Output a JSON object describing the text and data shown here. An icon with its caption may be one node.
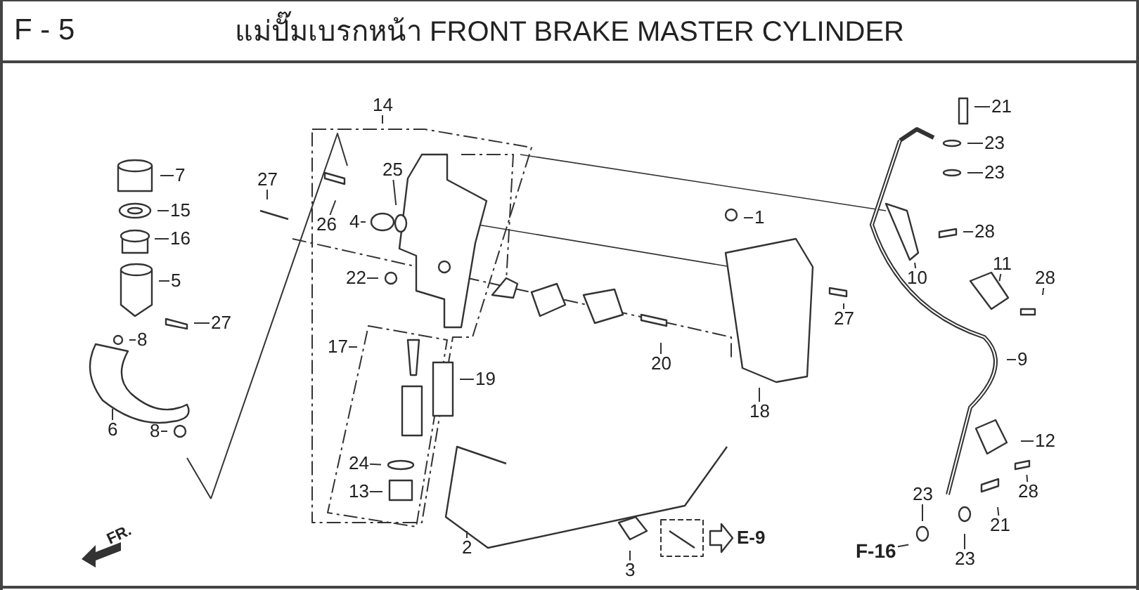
{
  "diagram": {
    "title": "แม่ปั๊มเบรกหน้า  FRONT BRAKE MASTER CYLINDER",
    "nodes": [
      {
        "text": [
          "14"
        ]
      },
      {
        "text": [
          "7"
        ]
      },
      {
        "text": [
          "27"
        ]
      },
      {
        "text": [
          "25"
        ]
      },
      {
        "text": [
          "26"
        ]
      },
      {
        "text": [
          "4"
        ]
      },
      {
        "text": [
          "15"
        ]
      },
      {
        "text": [
          "16"
        ]
      },
      {
        "text": [
          "5"
        ]
      },
      {
        "text": [
          "22"
        ]
      },
      {
        "text": [
          "27"
        ]
      },
      {
        "text": [
          "8"
        ]
      },
      {
        "text": [
          "17"
        ]
      },
      {
        "text": [
          "6"
        ]
      },
      {
        "text": [
          "19"
        ]
      },
      {
        "text": [
          "8"
        ]
      },
      {
        "text": [
          "24"
        ]
      },
      {
        "text": [
          "13"
        ]
      },
      {
        "text": [
          "2"
        ]
      },
      {
        "text": [
          "3"
        ]
      },
      {
        "text": [
          "1"
        ]
      },
      {
        "text": [
          "20"
        ]
      },
      {
        "text": [
          "27"
        ]
      },
      {
        "text": [
          "18"
        ]
      },
      {
        "text": [
          "21"
        ]
      },
      {
        "text": [
          "23"
        ]
      },
      {
        "text": [
          "23"
        ]
      },
      {
        "text": [
          "28"
        ]
      },
      {
        "text": [
          "10"
        ]
      },
      {
        "text": [
          "11"
        ]
      },
      {
        "text": [
          "28"
        ]
      },
      {
        "text": [
          "9"
        ]
      },
      {
        "text": [
          "12"
        ]
      },
      {
        "text": [
          "28"
        ]
      },
      {
        "text": [
          "23"
        ]
      },
      {
        "text": [
          "21"
        ]
      },
      {
        "text": [
          "23"
        ]
      },
      {
        "text": [
          "F-16"
        ]
      }
    ],
    "edges": [
      {
        "from": 0,
        "to": null,
        "arrow": "none"
      },
      {
        "from": 1,
        "to": null,
        "arrow": "none"
      },
      {
        "from": 2,
        "to": null,
        "arrow": "none"
      },
      {
        "from": 3,
        "to": null,
        "arrow": "none"
      },
      {
        "from": 4,
        "to": null,
        "arrow": "none"
      },
      {
        "from": 5,
        "to": null,
        "arrow": "none"
      },
      {
        "from": 6,
        "to": null,
        "arrow": "none"
      },
      {
        "from": 7,
        "to": null,
        "arrow": "none"
      },
      {
        "from": 8,
        "to": null,
        "arrow": "none"
      },
      {
        "from": 9,
        "to": null,
        "arrow": "none"
      },
      {
        "from": 10,
        "to": null,
        "arrow": "none"
      },
      {
        "from": 11,
        "to": null,
        "arrow": "none"
      },
      {
        "from": 12,
        "to": null,
        "arrow": "none"
      },
      {
        "from": 13,
        "to": null,
        "arrow": "none"
      },
      {
        "from": 14,
        "to": null,
        "arrow": "none"
      },
      {
        "from": 15,
        "to": null,
        "arrow": "none"
      },
      {
        "from": 16,
        "to": null,
        "arrow": "none"
      },
      {
        "from": 17,
        "to": null,
        "arrow": "none"
      },
      {
        "from": 18,
        "to": null,
        "arrow": "none"
      },
      {
        "from": 19,
        "to": null,
        "arrow": "none"
      },
      {
        "from": 20,
        "to": null,
        "arrow": "none"
      },
      {
        "from": 21,
        "to": null,
        "arrow": "none"
      },
      {
        "from": 22,
        "to": null,
        "arrow": "none"
      },
      {
        "from": 23,
        "to": null,
        "arrow": "none"
      },
      {
        "from": 24,
        "to": null,
        "arrow": "none"
      },
      {
        "from": 25,
        "to": null,
        "arrow": "none"
      },
      {
        "from": 26,
        "to": null,
        "arrow": "none"
      },
      {
        "from": 27,
        "to": null,
        "arrow": "none"
      },
      {
        "from": 28,
        "to": null,
        "arrow": "none"
      },
      {
        "from": 29,
        "to": null,
        "arrow": "none"
      },
      {
        "from": 30,
        "to": null,
        "arrow": "none"
      },
      {
        "from": 31,
        "to": null,
        "arrow": "none"
      },
      {
        "from": 32,
        "to": null,
        "arrow": "none"
      },
      {
        "from": 33,
        "to": null,
        "arrow": "none"
      },
      {
        "from": 34,
        "to": null,
        "arrow": "none"
      },
      {
        "from": 35,
        "to": null,
        "arrow": "none"
      },
      {
        "from": 36,
        "to": null,
        "arrow": "none"
      },
      {
        "from": 37,
        "to": null,
        "arrow": "none"
      }
    ],
    "labels": [
      "F - 5",
      "E-9",
      "FR."
    ]
  }
}
